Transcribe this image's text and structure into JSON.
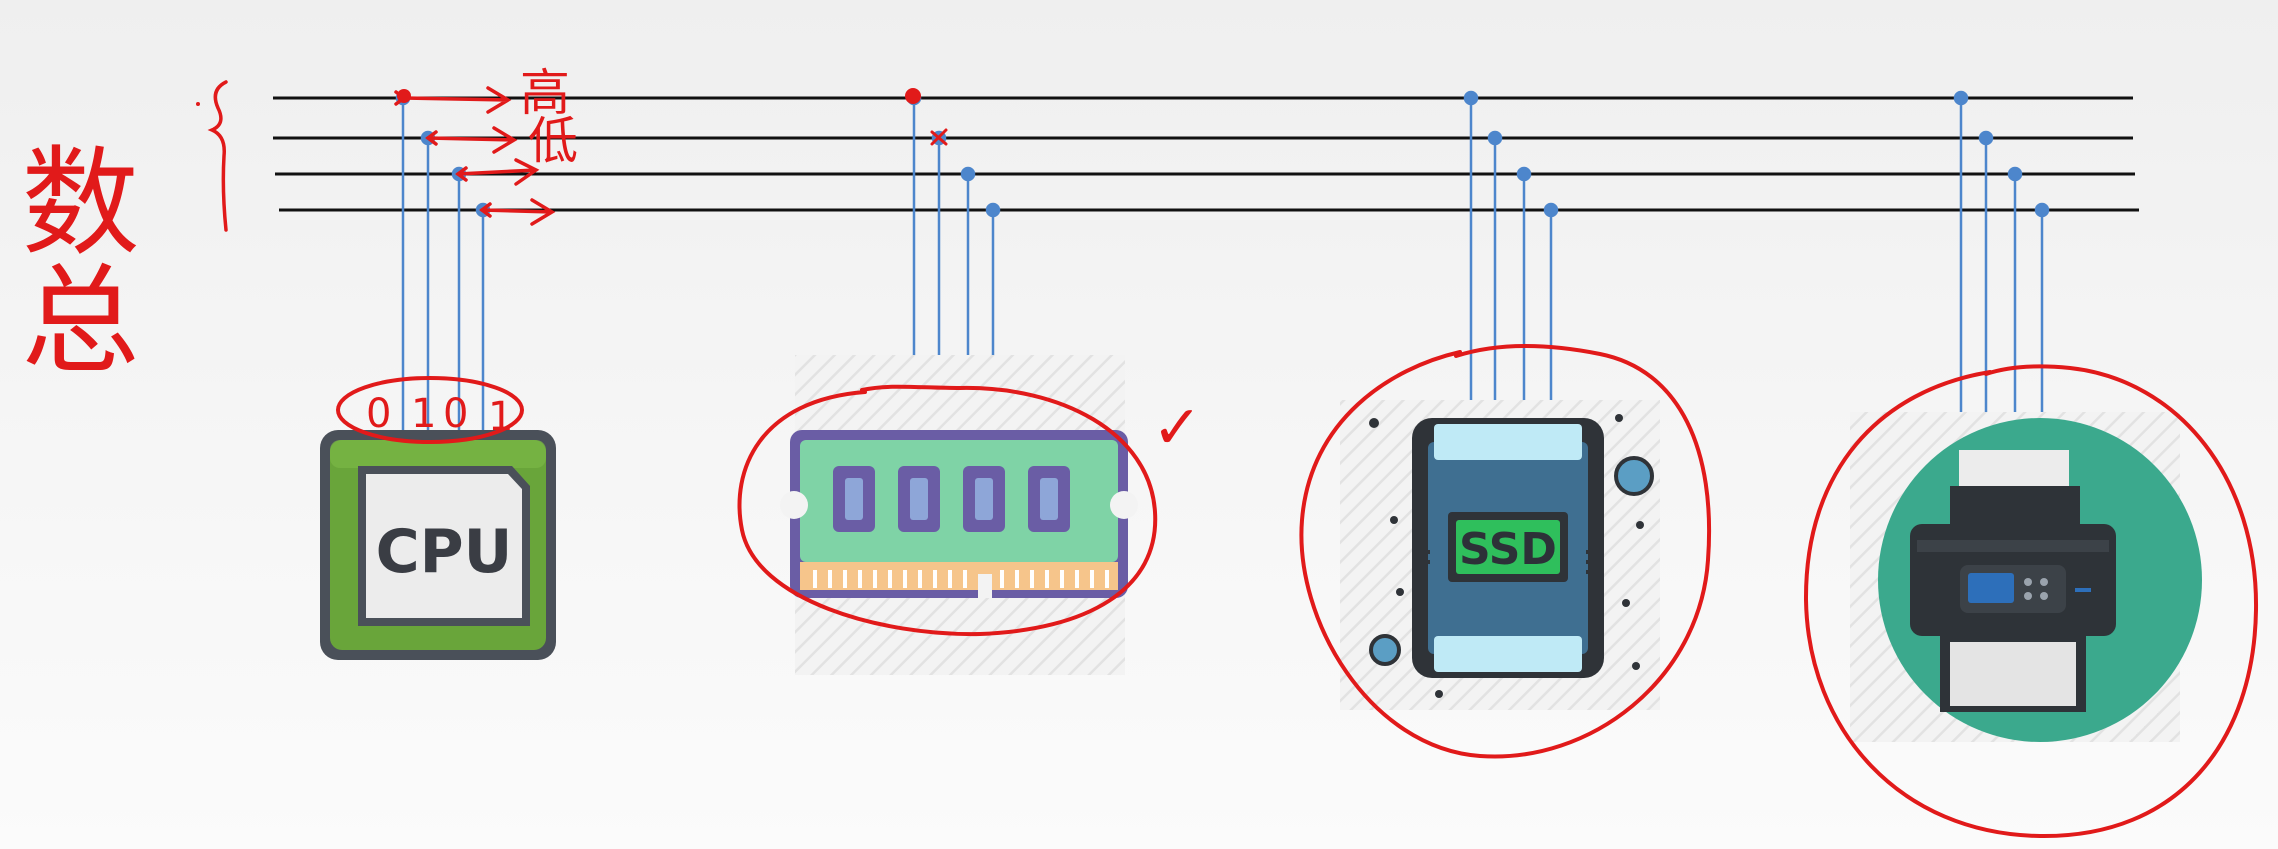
{
  "diagram": {
    "bus_line_count": 4,
    "colors": {
      "bus_line": "#111111",
      "connector": "#4d86cc",
      "ink": "#e11a1a"
    },
    "devices": [
      {
        "id": "cpu",
        "icon": "cpu-chip-icon",
        "label": "CPU"
      },
      {
        "id": "memory",
        "icon": "ram-module-icon",
        "label": ""
      },
      {
        "id": "ssd",
        "icon": "ssd-drive-icon",
        "label": "SSD"
      },
      {
        "id": "printer",
        "icon": "printer-icon",
        "label": ""
      }
    ],
    "handwriting": {
      "left_label": "数总",
      "bus_arrow_high": "高",
      "bus_arrow_low": "低",
      "bits": [
        "0",
        "1",
        "0",
        "1"
      ],
      "checkmark": "✓"
    }
  }
}
